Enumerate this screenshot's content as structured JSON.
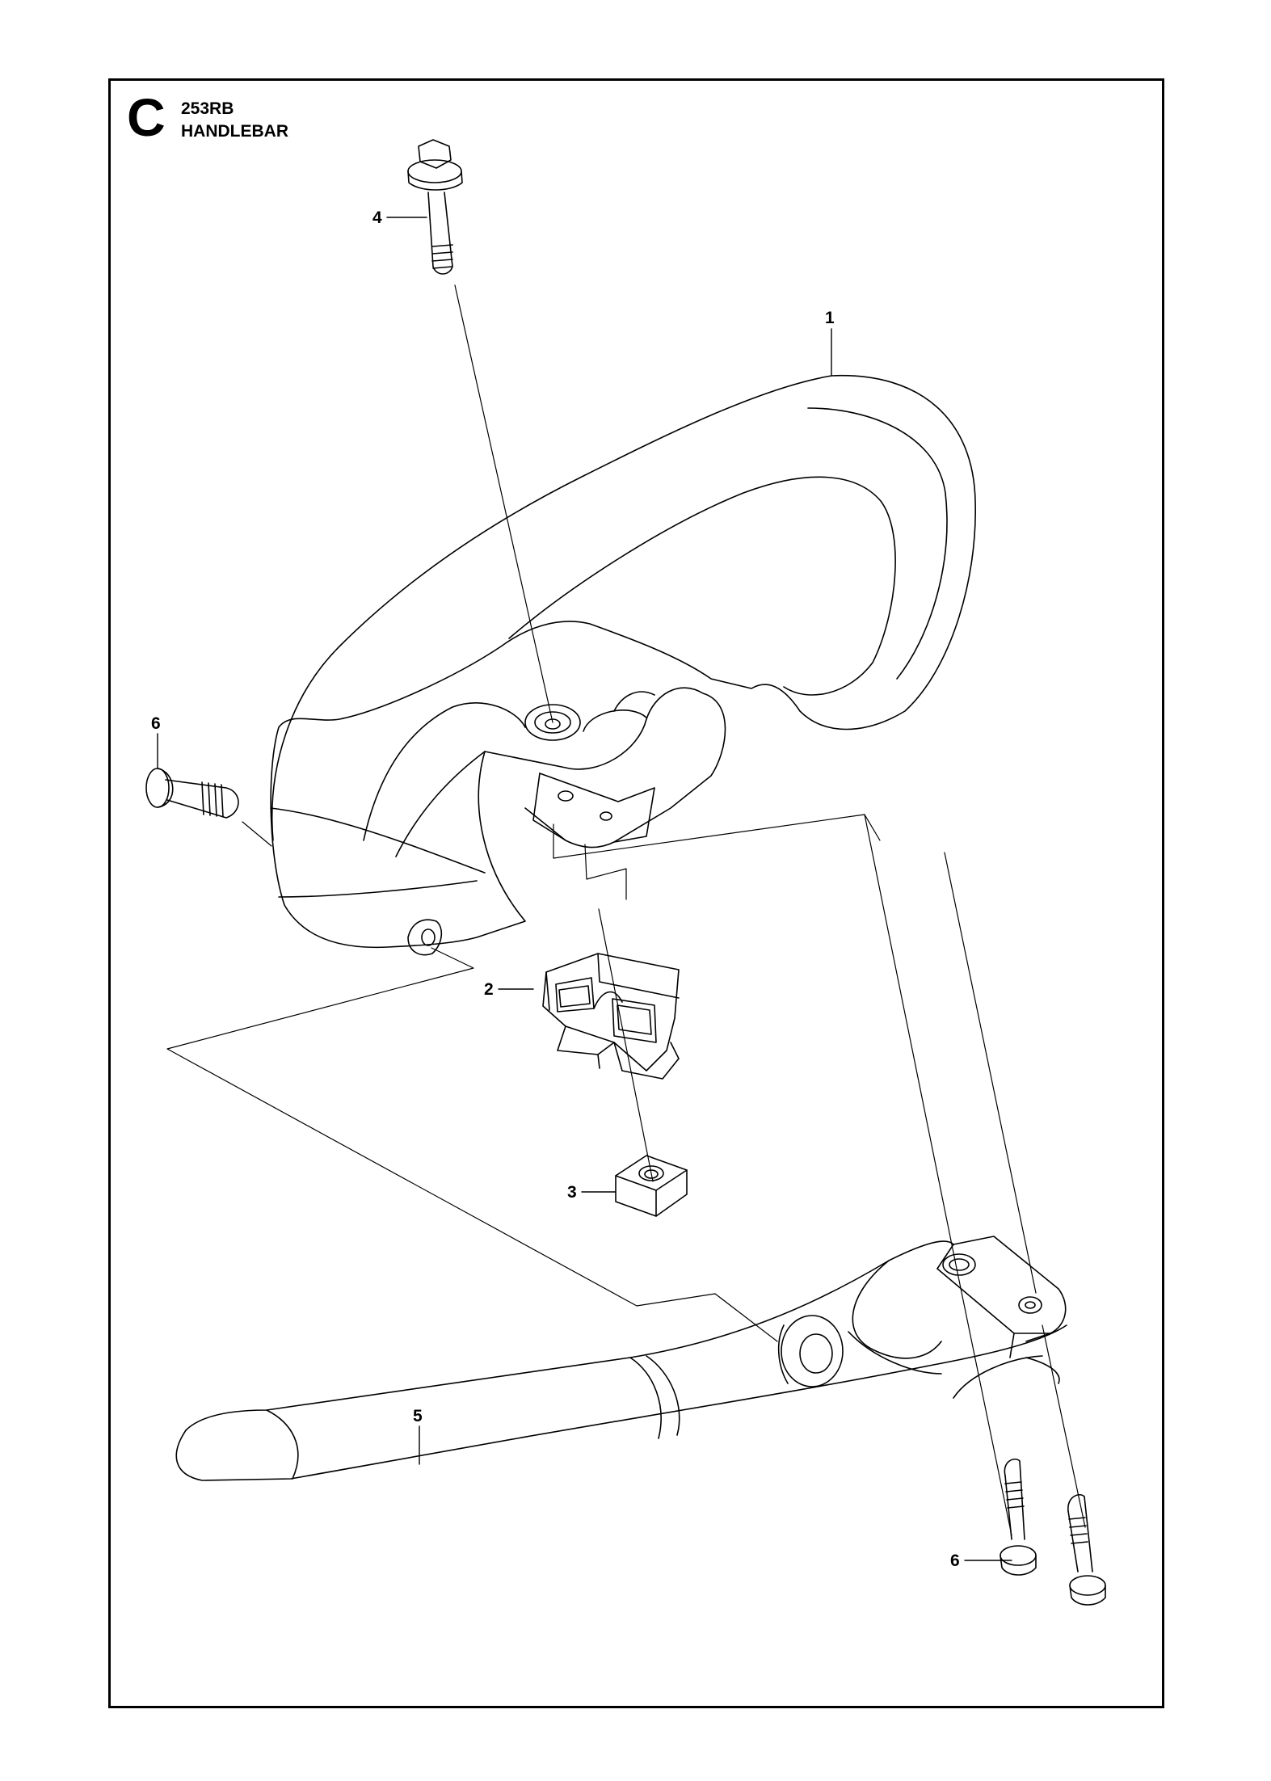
{
  "header": {
    "section_letter": "C",
    "model": "253RB",
    "title": "HANDLEBAR"
  },
  "callouts": [
    {
      "id": "c1",
      "label": "1"
    },
    {
      "id": "c2",
      "label": "2"
    },
    {
      "id": "c3",
      "label": "3"
    },
    {
      "id": "c4",
      "label": "4"
    },
    {
      "id": "c5",
      "label": "5"
    },
    {
      "id": "c6a",
      "label": "6"
    },
    {
      "id": "c6b",
      "label": "6"
    }
  ],
  "colors": {
    "line": "#000000",
    "background": "#ffffff"
  }
}
